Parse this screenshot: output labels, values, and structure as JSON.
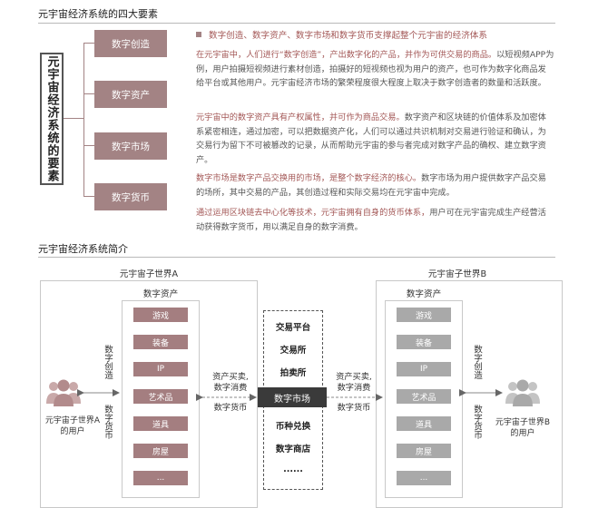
{
  "section1": {
    "title": "元宇宙经济系统的四大要素",
    "vertical_title": "元宇宙经济系统的要素",
    "elements": [
      "数字创造",
      "数字资产",
      "数字市场",
      "数字货币"
    ],
    "heading": "数字创造、数字资产、数字市场和数字货币支撑起整个元宇宙的经济体系",
    "paragraphs": [
      {
        "hl": "在元宇宙中，人们进行“数字创造”，产出数字化的产品，并作为可供交易的商品。",
        "rest": "以短视频APP为例，用户拍摄短视频进行素材创造，拍摄好的短视频也视为用户的资产，也可作为数字化商品发给平台或其他用户。元宇宙经济市场的繁荣程度很大程度上取决于数字创造者的数量和活跃度。"
      },
      {
        "hl": "元宇宙中的数字资产具有产权属性，并可作为商品交易。",
        "rest": "数字资产和区块链的价值体系及加密体系紧密相连，通过加密，可以把数据资产化，人们可以通过共识机制对交易进行验证和确认，为交易行为留下不可被篡改的记录，从而帮助元宇宙的参与者完成对数字产品的确权、建立数字资产。"
      },
      {
        "hl": "数字市场是数字产品交换用的市场，是整个数字经济的核心。",
        "rest": "数字市场为用户提供数字产品交易的场所，其中交易的产品，其创造过程和实际交易均在元宇宙中完成。"
      },
      {
        "hl": "通过运用区块链去中心化等技术，元宇宙拥有自身的货币体系，",
        "rest": "用户可在元宇宙完成生产经营活动获得数字货币，用以满足自身的数字消费。"
      }
    ]
  },
  "section2": {
    "title": "元宇宙经济系统简介",
    "world_a": {
      "label": "元宇宙子世界A",
      "asset_title": "数字资产",
      "assets": [
        "游戏",
        "装备",
        "IP",
        "艺术品",
        "道具",
        "房屋",
        "..."
      ],
      "left_text_top": "数字创造",
      "left_text_bottom": "数字货币",
      "user_label_1": "元宇宙子世界A",
      "user_label_2": "的用户"
    },
    "world_b": {
      "label": "元宇宙子世界B",
      "asset_title": "数字资产",
      "assets": [
        "游戏",
        "装备",
        "IP",
        "艺术品",
        "道具",
        "房屋",
        "..."
      ],
      "right_text_top": "数字创造",
      "right_text_bottom": "数字货币",
      "user_label_1": "元宇宙子世界B",
      "user_label_2": "的用户"
    },
    "market": {
      "items_top": [
        "交易平台",
        "交易所",
        "拍卖所"
      ],
      "core": "数字市场",
      "items_bottom": [
        "币种兑换",
        "数字商店",
        "......"
      ]
    },
    "arrow_left": {
      "top_1": "资产买卖,",
      "top_2": "数字消费",
      "bottom": "数字货币"
    },
    "arrow_right": {
      "top_1": "资产买卖,",
      "top_2": "数字消费",
      "bottom": "数字货币"
    }
  },
  "colors": {
    "accent": "#a38384",
    "highlight_text": "#a35756",
    "gray_button": "#a9a9a9",
    "core_dark": "#3a3a3a"
  }
}
